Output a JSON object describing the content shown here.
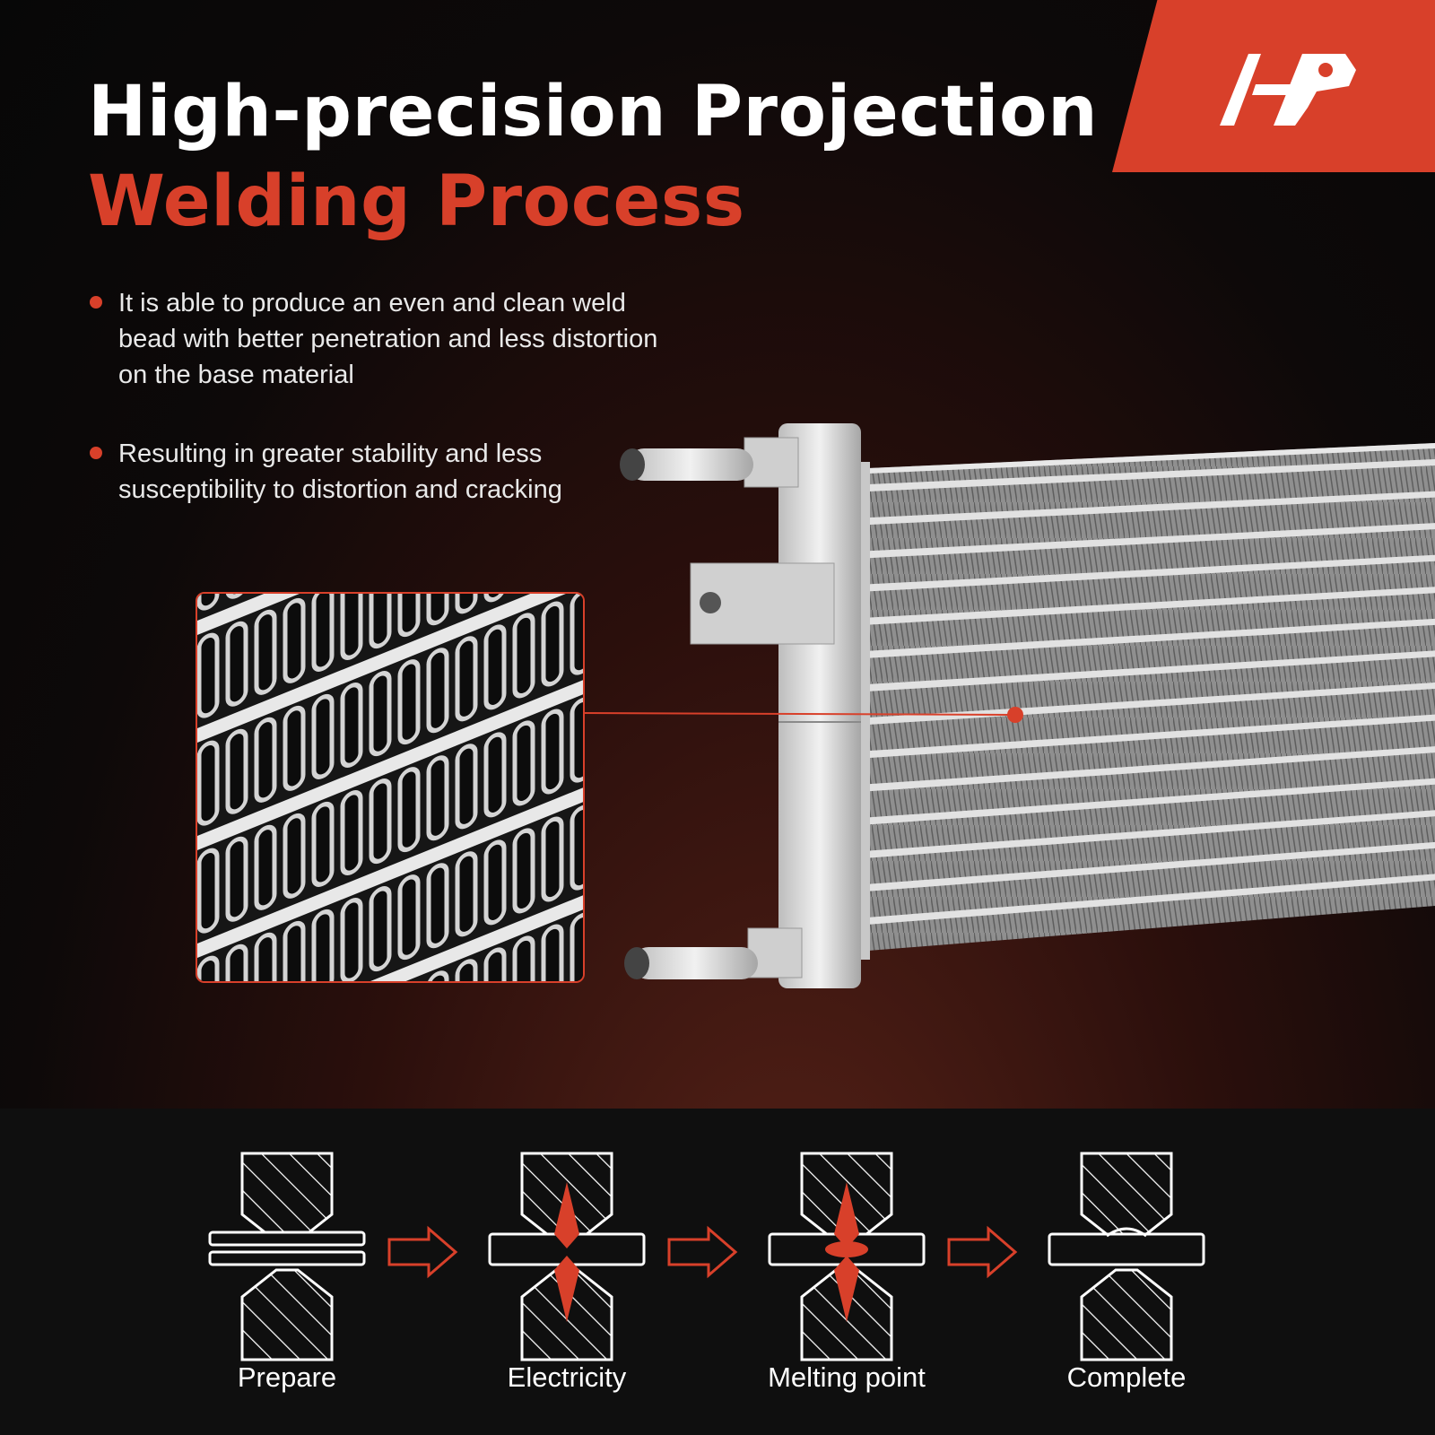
{
  "brand": {
    "logo": "A-P",
    "accent": "#d8402a"
  },
  "headline": {
    "line1": "High-precision Projection",
    "line2": "Welding Process"
  },
  "bullets": [
    {
      "text": "It is able to produce an even and clean weld bead with better penetration and less distortion on the base material"
    },
    {
      "text": "Resulting in greater stability and less susceptibility to distortion and cracking"
    }
  ],
  "steps": [
    {
      "label": "Prepare"
    },
    {
      "label": "Electricity"
    },
    {
      "label": "Melting point"
    },
    {
      "label": "Complete"
    }
  ]
}
